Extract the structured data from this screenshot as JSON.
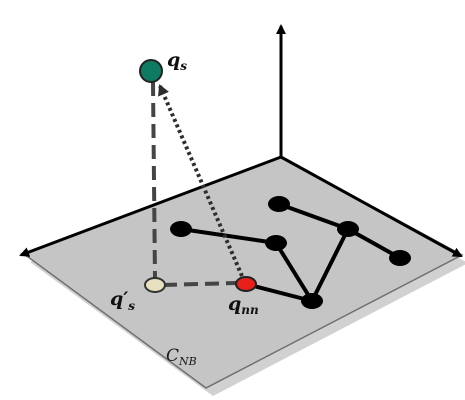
{
  "colors": {
    "plane_fill": "#c5c5c5",
    "plane_edge": "#6f6f6f",
    "axis": "#000000",
    "node": "#000000",
    "edge": "#000000",
    "dash": "#454545",
    "dots": "#2e2e2e",
    "q_s": "#0f7a62",
    "q_s_proj": "#e6dfc0",
    "q_nn": "#e8201b",
    "background": "#ffffff"
  },
  "labels": {
    "q_s": {
      "main": "q",
      "sub": "s"
    },
    "q_s_proj": {
      "main": "q′",
      "sub": "s"
    },
    "q_nn": {
      "main": "q",
      "sub": "nn"
    },
    "plane": {
      "main": "C",
      "sub": "NB"
    }
  },
  "graph": {
    "node_count": 7,
    "edge_count": 6
  }
}
